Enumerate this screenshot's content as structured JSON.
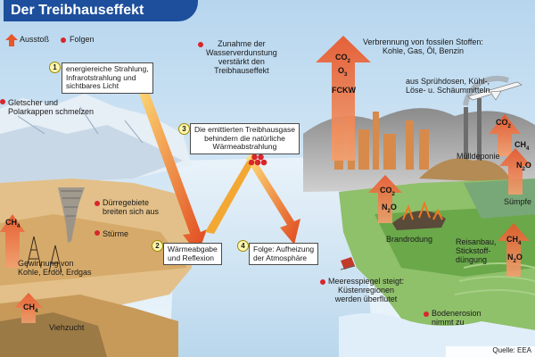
{
  "title": "Der Treibhauseffekt",
  "legend": {
    "emission": "Ausstoß",
    "consequence": "Folgen"
  },
  "numbered": [
    {
      "num": "1",
      "text": "energiereiche Strahlung,\nInfrarotstrahlung und\nsichtbares Licht"
    },
    {
      "num": "2",
      "text": "Wärmeabgabe\nund Reflexion"
    },
    {
      "num": "3",
      "text": "Die emittierten Treibhausgase\nbehindern die natürliche\nWärmeabstrahlung"
    },
    {
      "num": "4",
      "text": "Folge: Aufheizung\nder Atmosphäre"
    }
  ],
  "consequences": {
    "glaciers": "Gletscher und\nPolarkappen schmelzen",
    "vapor": "Zunahme der\nWasserverdunstung\nverstärkt den\nTreibhauseffekt",
    "drought": "Dürregebiete\nbreiten sich aus",
    "storms": "Stürme",
    "sea_level": "Meeresspiegel steigt:\nKüstenregionen\nwerden überflutet",
    "erosion": "Bodenerosion\nnimmt zu"
  },
  "sources": {
    "fossil": "Verbrennung von fossilen Stoffen:\nKohle, Gas, Öl, Benzin",
    "spray": "aus Sprühdosen, Kühl-,\nLöse- u. Schäummitteln",
    "landfill": "Mülldeponie",
    "swamps": "Sümpfe",
    "slash_burn": "Brandrodung",
    "rice": "Reisanbau,\nStickstoff-\ndüngung",
    "mining": "Gewinnung von\nKohle, Erdöl, Erdgas",
    "livestock": "Viehzucht"
  },
  "gases": {
    "co2": "CO",
    "co2_sub": "2",
    "o3": "O",
    "o3_sub": "3",
    "fckw": "FCKW",
    "ch4": "CH",
    "ch4_sub": "4",
    "n2o_a": "N",
    "n2o_sub": "2",
    "n2o_b": "O"
  },
  "source_credit": "Quelle: EEA",
  "colors": {
    "title_bg": "#1d4f9c",
    "emission_arrow": "#e8562a",
    "consequence_dot": "#d8262c",
    "sky": "#cfe4f3",
    "radiation": "#f0a020"
  }
}
